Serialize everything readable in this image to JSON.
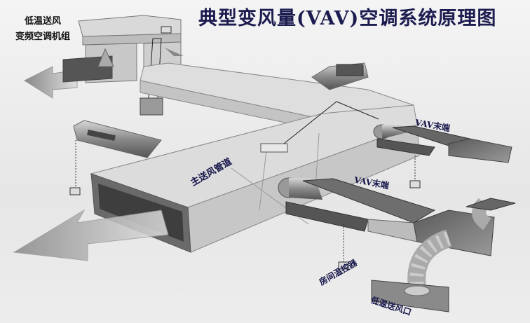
{
  "title": "典型变风量(VAV)空调系统原理图",
  "labels": {
    "ahu_line1": "低温送风",
    "ahu_line2": "变频空调机组",
    "main_duct": "主送风管道",
    "vav_terminal_1": "VAV末端",
    "vav_terminal_2": "VAV末端",
    "thermostat": "房间温控器",
    "diffuser": "低温送风口"
  }
}
